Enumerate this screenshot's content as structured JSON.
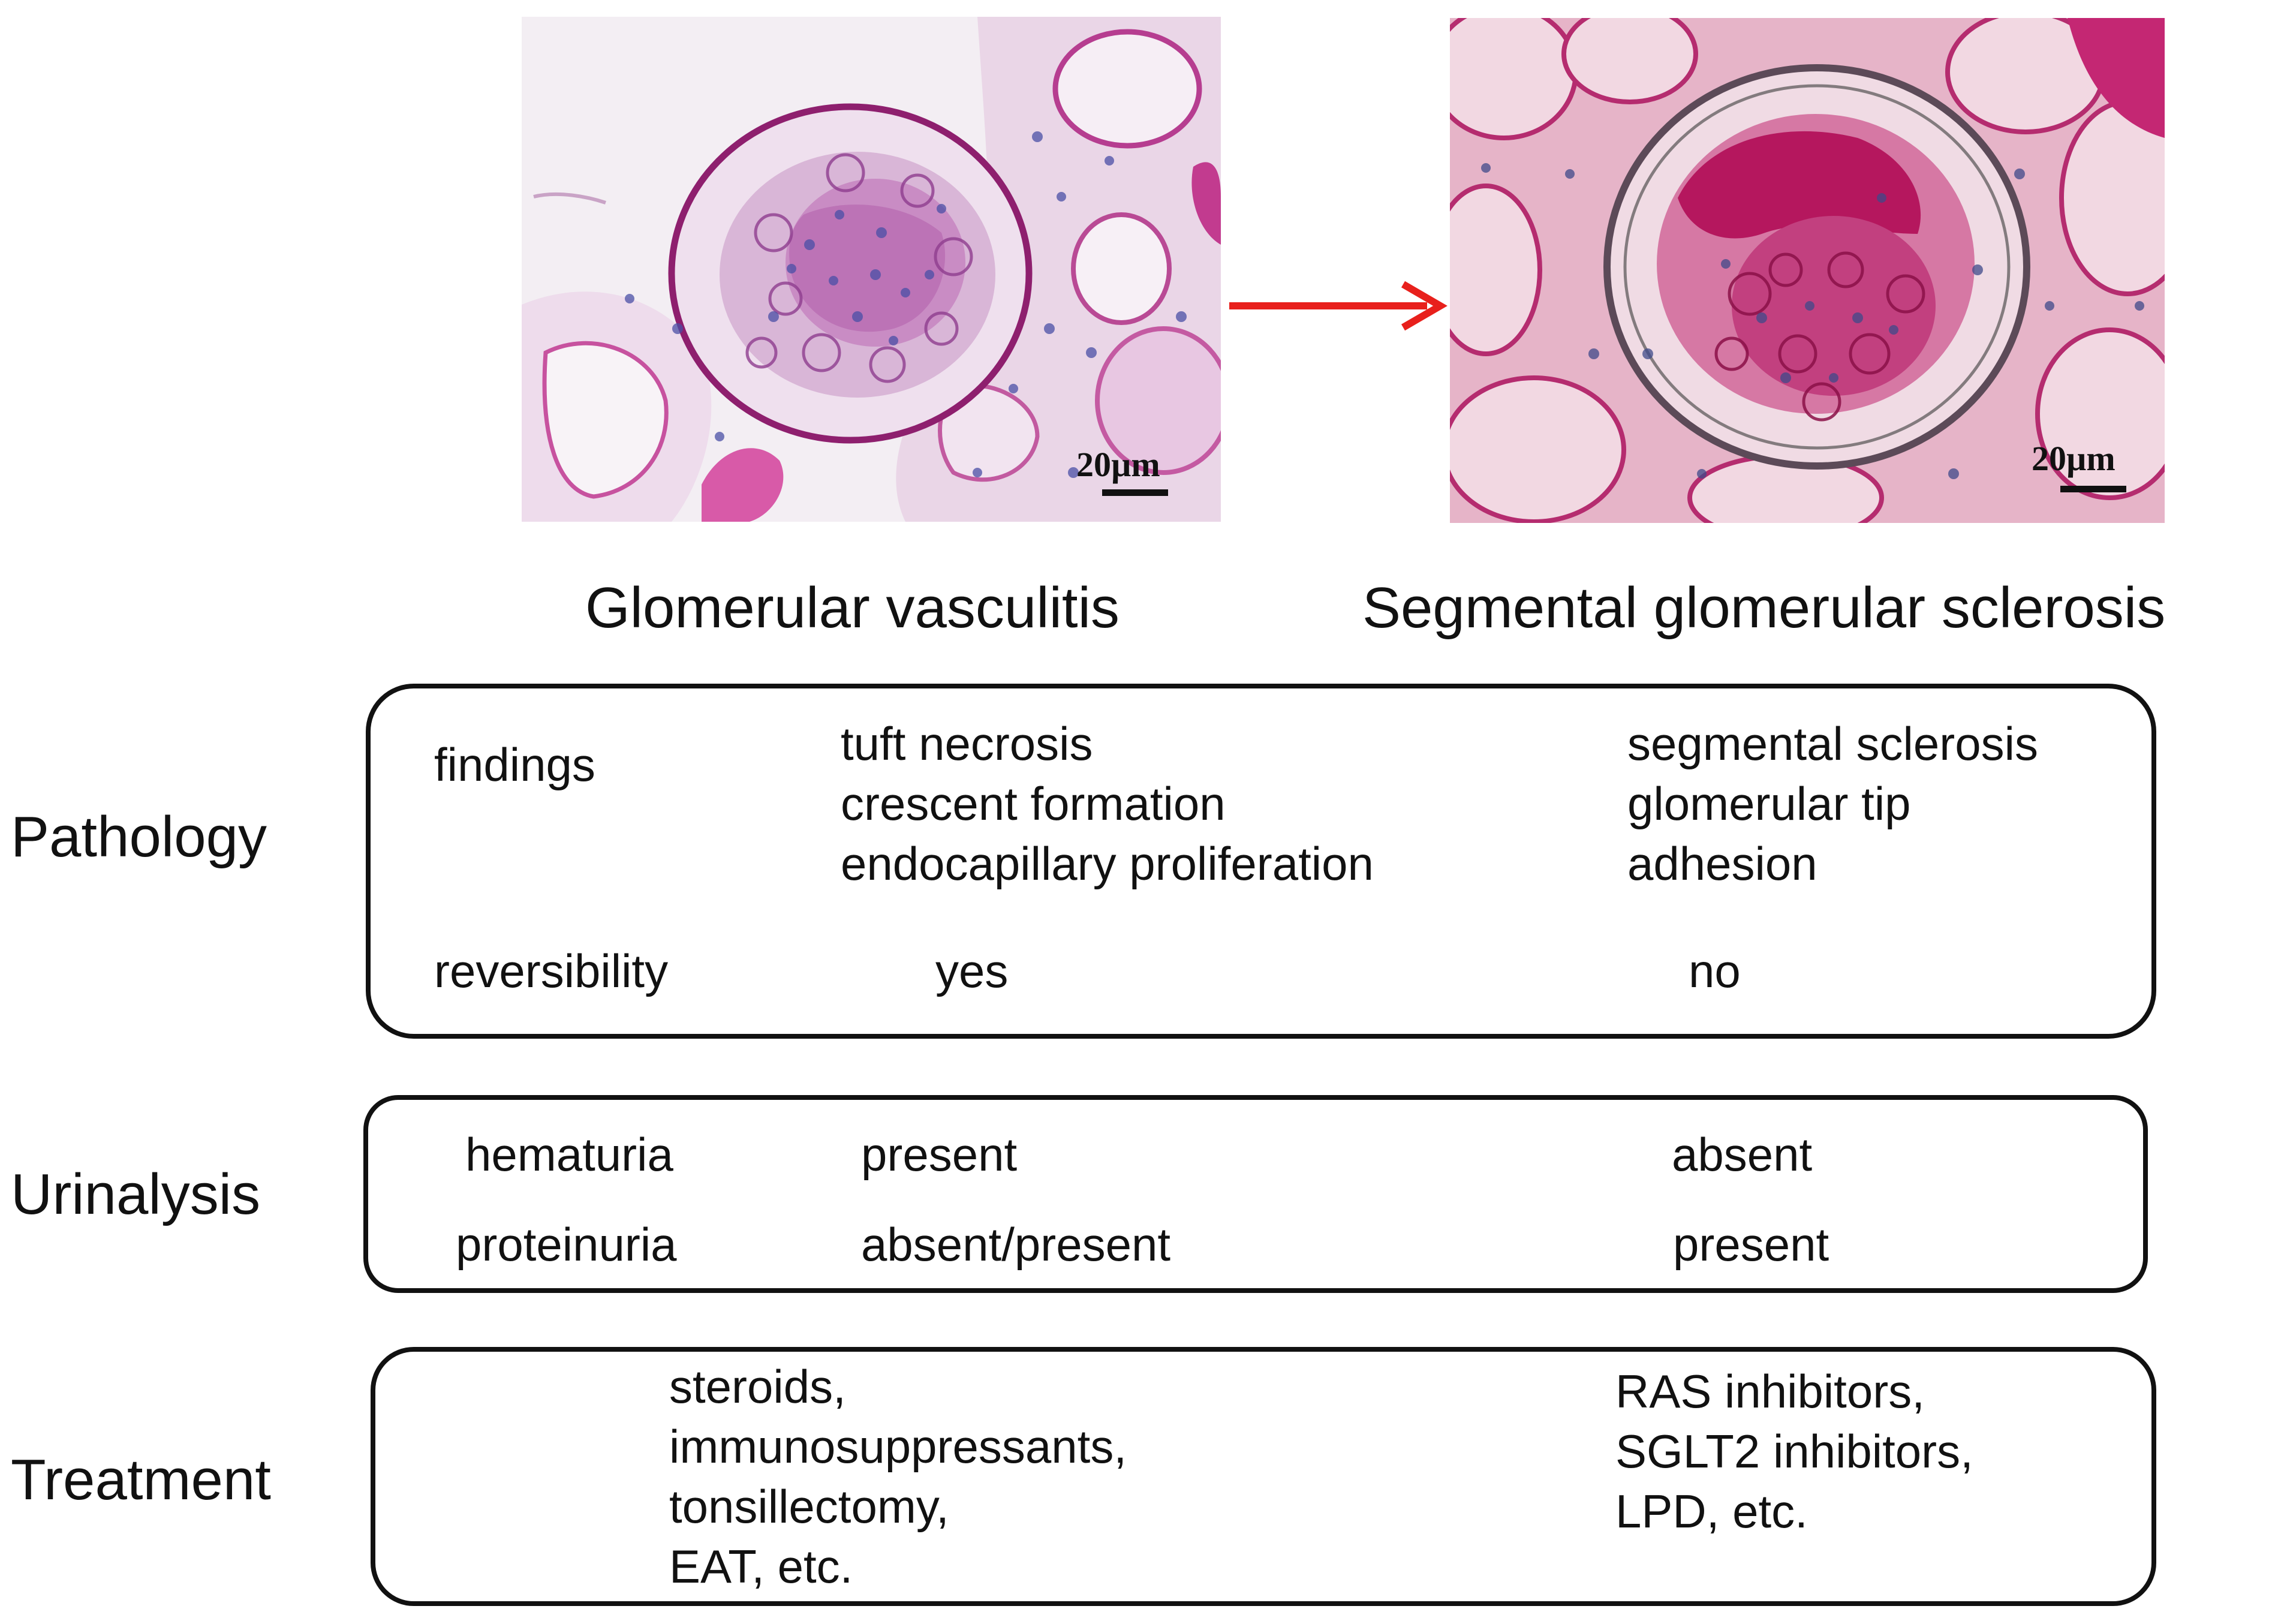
{
  "micrographs": {
    "left": {
      "scale_bar": "20µm",
      "caption": "Glomerular vasculitis"
    },
    "right": {
      "scale_bar": "20µm",
      "caption": "Segmental glomerular sclerosis"
    },
    "arrow_color": "#e8201c"
  },
  "pathology": {
    "label": "Pathology",
    "findings_label": "findings",
    "findings_left": [
      "tuft necrosis",
      "crescent formation",
      "endocapillary proliferation"
    ],
    "findings_right": [
      "segmental sclerosis",
      "glomerular tip",
      "adhesion"
    ],
    "reversibility_label": "reversibility",
    "reversibility_left": "yes",
    "reversibility_right": "no"
  },
  "urinalysis": {
    "label": "Urinalysis",
    "hematuria_label": "hematuria",
    "hematuria_left": "present",
    "hematuria_right": "absent",
    "proteinuria_label": "proteinuria",
    "proteinuria_left": "absent/present",
    "proteinuria_right": "present"
  },
  "treatment": {
    "label": "Treatment",
    "left": [
      "steroids,",
      "immunosuppressants,",
      "tonsillectomy,",
      "EAT, etc."
    ],
    "right": [
      "RAS inhibitors,",
      "SGLT2 inhibitors,",
      "LPD, etc."
    ]
  }
}
